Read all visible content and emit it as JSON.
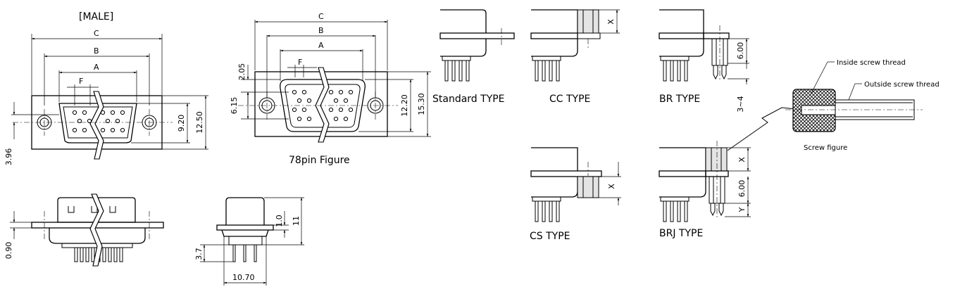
{
  "labels": {
    "male": "[MALE]",
    "pin78": "78pin Figure",
    "standard": "Standard TYPE",
    "cc": "CC TYPE",
    "br": "BR TYPE",
    "cs": "CS TYPE",
    "brj": "BRJ TYPE",
    "screw": "Screw figure",
    "inside": "Inside screw thread",
    "outside": "Outside screw thread"
  },
  "dims": {
    "a": "A",
    "b": "B",
    "c": "C",
    "f": "F",
    "h920": "9.20",
    "h1250": "12.50",
    "d396": "3.96",
    "d090": "0.90",
    "d10": "1.0",
    "d11": "11",
    "d37": "3.7",
    "w1070": "10.70",
    "h1220": "12.20",
    "h1530": "15.30",
    "d205": "2.05",
    "d615": "6.15",
    "x": "X",
    "y": "Y",
    "d600": "6.00",
    "d34": "3~4"
  }
}
